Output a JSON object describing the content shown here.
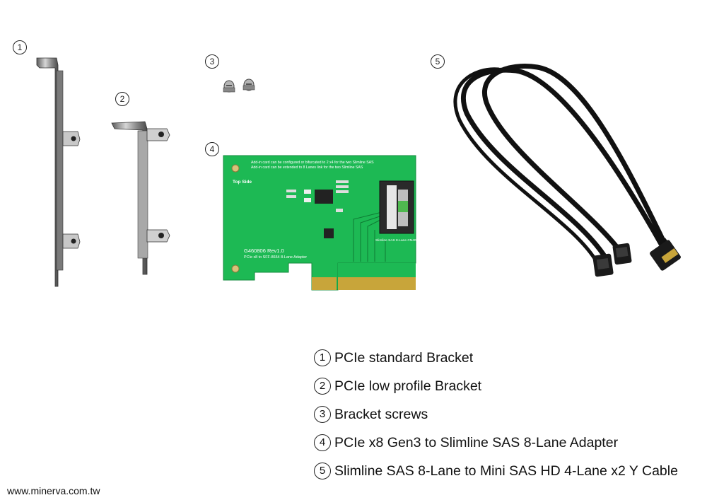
{
  "callouts": [
    "1",
    "2",
    "3",
    "4",
    "5"
  ],
  "board": {
    "top_note_line1": "Add-in card can be configured or bifurcated to 2 x4 for the two Slimline SAS",
    "top_note_line2": "Add-in card can be extended to 8 Lanes link for the two Slimline SAS",
    "side_label": "Top Side",
    "revision": "G460806 Rev1.0",
    "product_line": "PCIe x8 to SFF-8654 8-Lane Adapter",
    "connector_label": "Slimline SAS 8-Lane CN400"
  },
  "legend": [
    {
      "num": "1",
      "label": "PCIe standard Bracket"
    },
    {
      "num": "2",
      "label": "PCIe low profile Bracket"
    },
    {
      "num": "3",
      "label": "Bracket screws"
    },
    {
      "num": "4",
      "label": "PCIe x8 Gen3 to Slimline SAS 8-Lane Adapter"
    },
    {
      "num": "5",
      "label": "Slimline SAS 8-Lane to Mini SAS HD 4-Lane x2 Y Cable"
    }
  ],
  "footer_url": "www.minerva.com.tw",
  "colors": {
    "pcb_green": "#1db954",
    "bracket_metal": "#9a9a9a",
    "cable": "#111111",
    "gold_finger": "#c8a53a"
  }
}
